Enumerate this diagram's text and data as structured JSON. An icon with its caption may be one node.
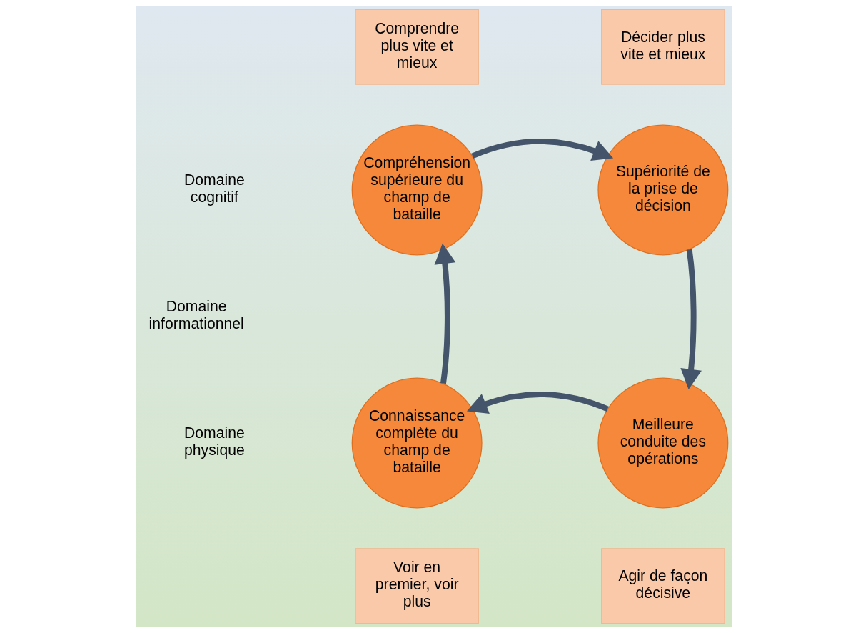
{
  "diagram": {
    "nodes": [
      {
        "text": [
          "Comprendre plus vite et mieux"
        ]
      },
      {
        "text": [
          "Décider plus vite et mieux"
        ]
      },
      {
        "text": [
          "Compréhension supérieure du champ de bataille"
        ]
      },
      {
        "text": [
          "Supériorité de la prise de décision"
        ]
      },
      {
        "text": [
          "Connaissance complète du champ de bataille"
        ]
      },
      {
        "text": [
          "Meilleure conduite des opérations"
        ]
      },
      {
        "text": [
          "Voir en premier, voir plus"
        ]
      },
      {
        "text": [
          "Agir de façon décisive"
        ]
      }
    ],
    "edges": [
      {
        "from": 2,
        "to": 3,
        "arrow": "to"
      },
      {
        "from": 3,
        "to": 5,
        "arrow": "to"
      },
      {
        "from": 5,
        "to": 4,
        "arrow": "to"
      },
      {
        "from": 4,
        "to": 2,
        "arrow": "to"
      }
    ],
    "labels": [
      "Domaine cognitif",
      "Domaine informationnel",
      "Domaine physique"
    ]
  }
}
